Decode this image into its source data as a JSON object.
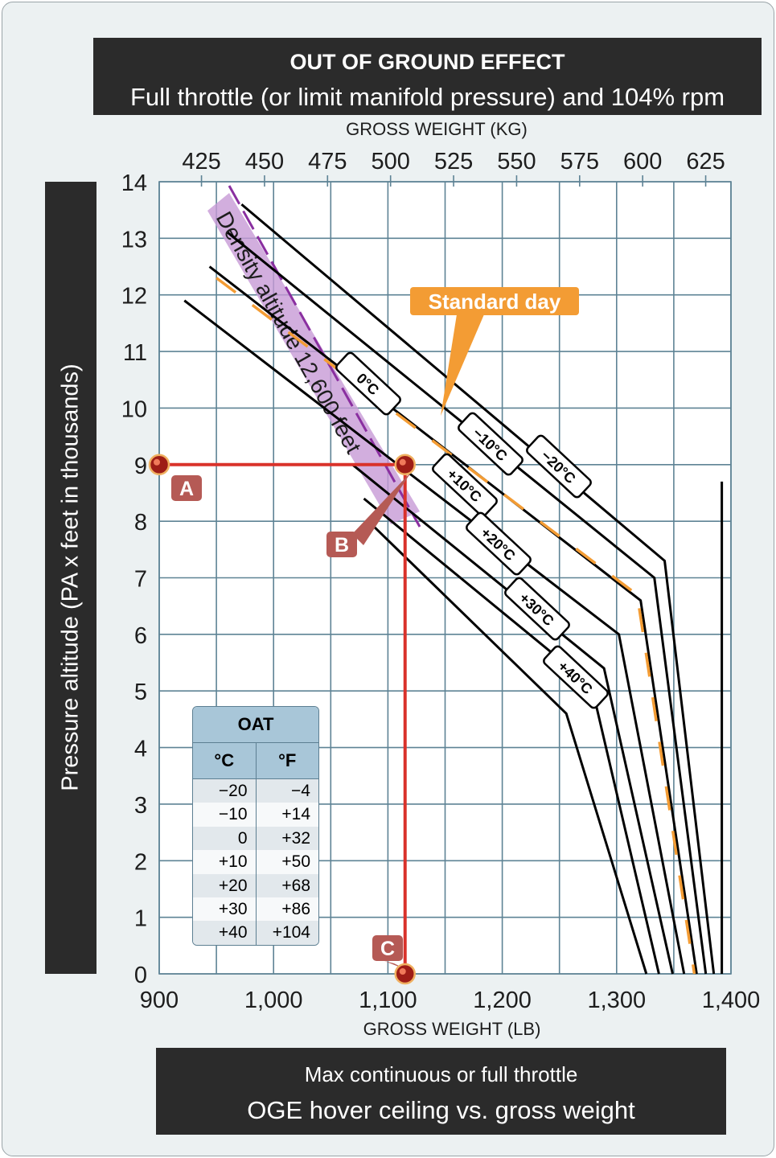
{
  "header": {
    "title": "OUT OF GROUND EFFECT",
    "subtitle": "Full throttle (or limit manifold pressure) and 104% rpm"
  },
  "footer": {
    "line1": "Max continuous or full throttle",
    "line2": "OGE hover ceiling vs. gross weight"
  },
  "colors": {
    "grid": "#5e8395",
    "curve": "#000000",
    "standard_day": "#f39c34",
    "density_band": "#c79ad6",
    "density_edge": "#8a2fa0",
    "path": "#d9322b",
    "point_label_bg": "#b55a55"
  },
  "chart_data": {
    "type": "line",
    "xlabel": "GROSS WEIGHT (LB)",
    "x2label": "GROSS WEIGHT (KG)",
    "ylabel": "Pressure altitude (PA x feet in thousands)",
    "xlim": [
      900,
      1400
    ],
    "ylim": [
      0,
      14
    ],
    "x_ticks": [
      900,
      1000,
      1100,
      1200,
      1300,
      1400
    ],
    "x_tick_labels": [
      "900",
      "1,000",
      "1,100",
      "1,200",
      "1,300",
      "1,400"
    ],
    "x2_ticks": [
      425,
      450,
      475,
      500,
      525,
      550,
      575,
      600,
      625
    ],
    "y_ticks": [
      0,
      1,
      2,
      3,
      4,
      5,
      6,
      7,
      8,
      9,
      10,
      11,
      12,
      13,
      14
    ],
    "grid": true,
    "series": [
      {
        "name": "−20°C",
        "x": [
          972,
          1342,
          1385
        ],
        "y": [
          13.6,
          7.3,
          0
        ]
      },
      {
        "name": "−10°C",
        "x": [
          960,
          1333,
          1378
        ],
        "y": [
          13.1,
          7.0,
          0
        ]
      },
      {
        "name": "0°C",
        "x": [
          944,
          1321,
          1370
        ],
        "y": [
          12.5,
          6.6,
          0
        ]
      },
      {
        "name": "+10°C",
        "x": [
          922,
          1302,
          1359
        ],
        "y": [
          11.9,
          6.0,
          0
        ]
      },
      {
        "name": "+20°C",
        "x": [
          1069,
          1289,
          1349
        ],
        "y": [
          9.0,
          5.4,
          0
        ]
      },
      {
        "name": "+30°C",
        "x": [
          1079,
          1278,
          1337
        ],
        "y": [
          8.4,
          5.1,
          0
        ]
      },
      {
        "name": "+40°C",
        "x": [
          1088,
          1256,
          1326
        ],
        "y": [
          7.9,
          4.6,
          0
        ]
      },
      {
        "name": "Standard day",
        "x": [
          950,
          1318,
          1368
        ],
        "y": [
          12.3,
          6.7,
          0
        ]
      }
    ],
    "vertical_line": {
      "x": 1392,
      "y": [
        0,
        8.7
      ]
    },
    "annotations": [
      {
        "text": "Standard day"
      },
      {
        "text": "Density altitude 12,600 feet"
      }
    ],
    "example_points": [
      {
        "label": "A",
        "x": 900,
        "y": 9
      },
      {
        "label": "B",
        "x": 1115,
        "y": 9
      },
      {
        "label": "C",
        "x": 1115,
        "y": 0
      }
    ],
    "oat_table": {
      "title": "OAT",
      "headers": [
        "°C",
        "°F"
      ],
      "rows": [
        [
          "−20",
          "−4"
        ],
        [
          "−10",
          "+14"
        ],
        [
          "0",
          "+32"
        ],
        [
          "+10",
          "+50"
        ],
        [
          "+20",
          "+68"
        ],
        [
          "+30",
          "+86"
        ],
        [
          "+40",
          "+104"
        ]
      ]
    }
  }
}
